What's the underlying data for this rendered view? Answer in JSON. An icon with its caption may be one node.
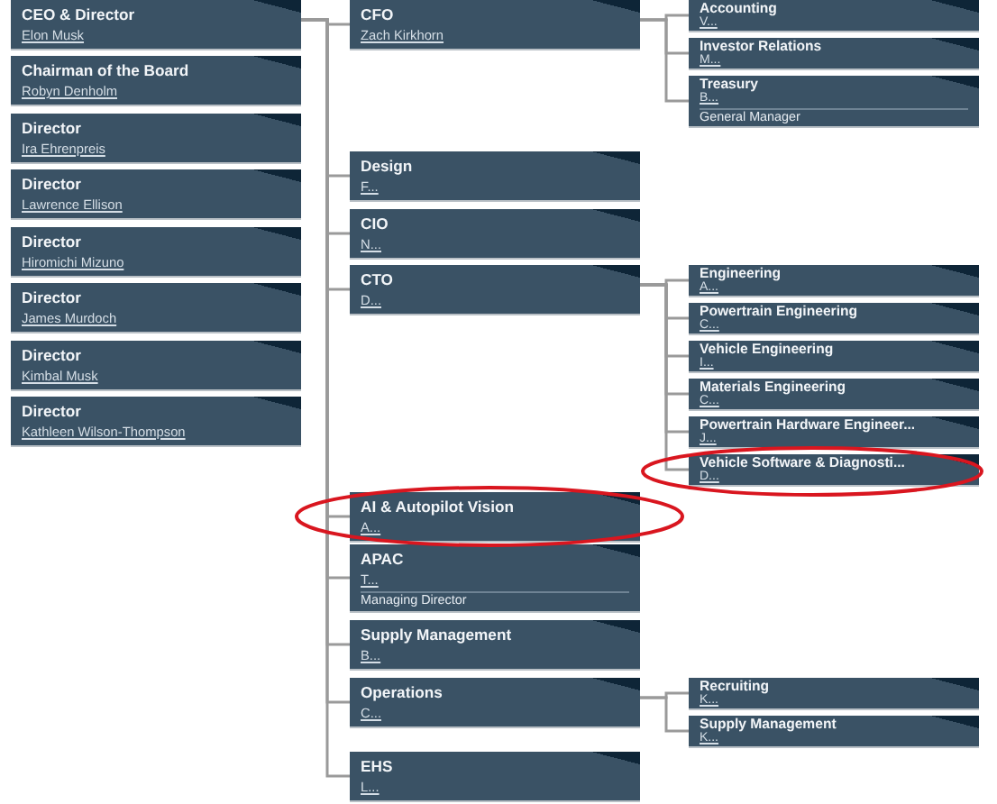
{
  "diagram": {
    "nodes": [
      {
        "text": [
          "CEO & Director",
          "Elon Musk"
        ]
      },
      {
        "text": [
          "Chairman of the Board",
          "Robyn Denholm"
        ]
      },
      {
        "text": [
          "Director",
          "Ira Ehrenpreis"
        ]
      },
      {
        "text": [
          "Director",
          "Lawrence Ellison"
        ]
      },
      {
        "text": [
          "Director",
          "Hiromichi Mizuno"
        ]
      },
      {
        "text": [
          "Director",
          "James Murdoch"
        ]
      },
      {
        "text": [
          "Director",
          "Kimbal Musk"
        ]
      },
      {
        "text": [
          "Director",
          "Kathleen Wilson-Thompson"
        ]
      },
      {
        "text": [
          "CFO",
          "Zach Kirkhorn"
        ]
      },
      {
        "text": [
          "Accounting",
          "V..."
        ]
      },
      {
        "text": [
          "Investor Relations",
          "M..."
        ]
      },
      {
        "text": [
          "Treasury",
          "B...",
          "General Manager"
        ]
      },
      {
        "text": [
          "Design",
          "F..."
        ]
      },
      {
        "text": [
          "CIO",
          "N..."
        ]
      },
      {
        "text": [
          "CTO",
          "D..."
        ]
      },
      {
        "text": [
          "Engineering",
          "A..."
        ]
      },
      {
        "text": [
          "Powertrain Engineering",
          "C..."
        ]
      },
      {
        "text": [
          "Vehicle Engineering",
          "I..."
        ]
      },
      {
        "text": [
          "Materials Engineering",
          "C..."
        ]
      },
      {
        "text": [
          "Powertrain Hardware Engineer...",
          "J..."
        ]
      },
      {
        "text": [
          "Vehicle Software & Diagnosti...",
          "D..."
        ]
      },
      {
        "text": [
          "AI & Autopilot Vision",
          "A..."
        ]
      },
      {
        "text": [
          "APAC",
          "T...",
          "Managing Director"
        ]
      },
      {
        "text": [
          "Supply Management",
          "B..."
        ]
      },
      {
        "text": [
          "Operations",
          "C..."
        ]
      },
      {
        "text": [
          "Recruiting",
          "K..."
        ]
      },
      {
        "text": [
          "Supply Management",
          "K..."
        ]
      },
      {
        "text": [
          "EHS",
          "L..."
        ]
      }
    ],
    "edges": [
      {
        "from": 0,
        "to": 8,
        "arrow": "none"
      },
      {
        "from": 0,
        "to": 12,
        "arrow": "none"
      },
      {
        "from": 0,
        "to": 13,
        "arrow": "none"
      },
      {
        "from": 0,
        "to": 14,
        "arrow": "none"
      },
      {
        "from": 0,
        "to": 21,
        "arrow": "none"
      },
      {
        "from": 0,
        "to": 22,
        "arrow": "none"
      },
      {
        "from": 0,
        "to": 23,
        "arrow": "none"
      },
      {
        "from": 0,
        "to": 24,
        "arrow": "none"
      },
      {
        "from": 0,
        "to": 27,
        "arrow": "none"
      },
      {
        "from": 8,
        "to": 9,
        "arrow": "none"
      },
      {
        "from": 8,
        "to": 10,
        "arrow": "none"
      },
      {
        "from": 8,
        "to": 11,
        "arrow": "none"
      },
      {
        "from": 14,
        "to": 15,
        "arrow": "none"
      },
      {
        "from": 14,
        "to": 16,
        "arrow": "none"
      },
      {
        "from": 14,
        "to": 17,
        "arrow": "none"
      },
      {
        "from": 14,
        "to": 18,
        "arrow": "none"
      },
      {
        "from": 14,
        "to": 19,
        "arrow": "none"
      },
      {
        "from": 14,
        "to": 20,
        "arrow": "none"
      },
      {
        "from": 24,
        "to": 25,
        "arrow": "none"
      },
      {
        "from": 24,
        "to": 26,
        "arrow": "none"
      }
    ]
  }
}
